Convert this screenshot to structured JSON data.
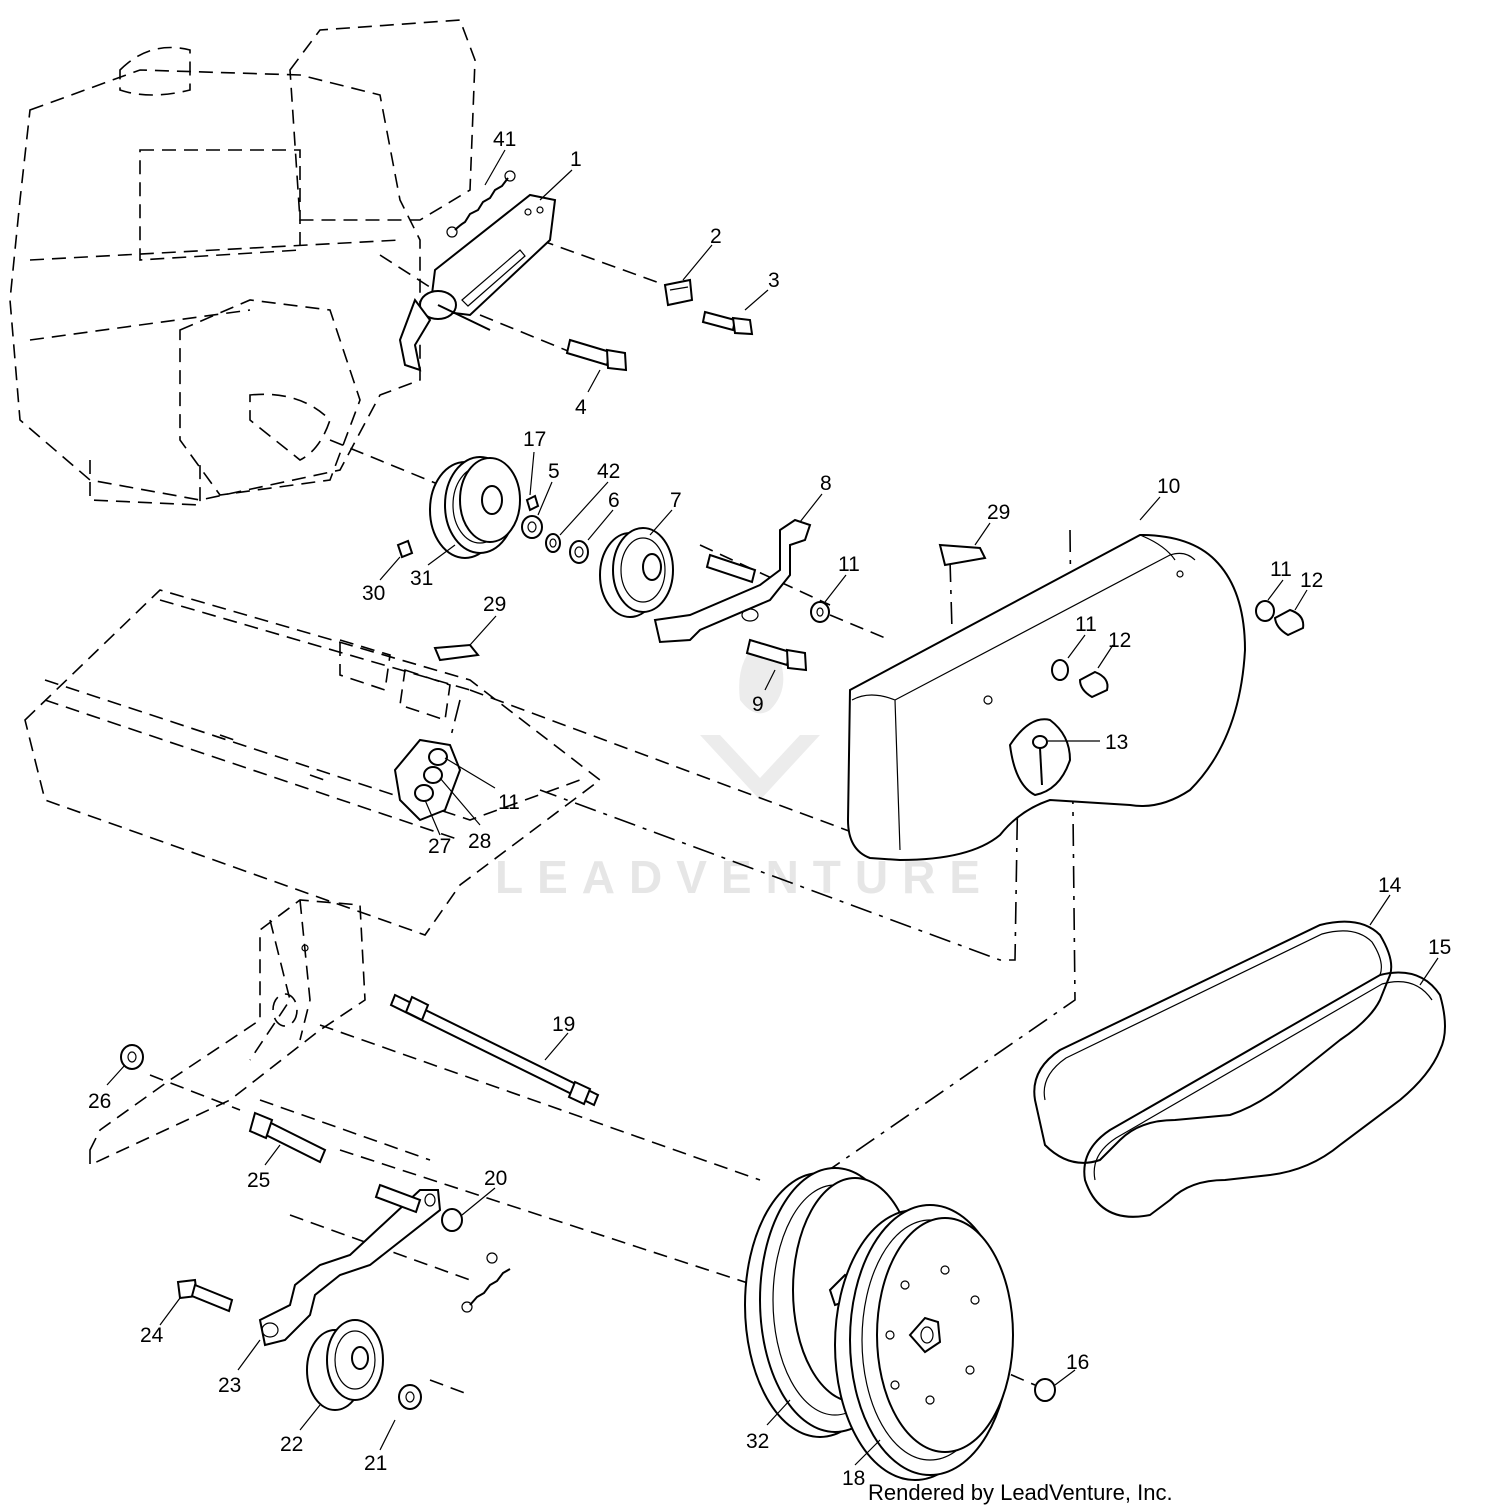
{
  "labels": {
    "p1": "1",
    "p2": "2",
    "p3": "3",
    "p4": "4",
    "p5": "5",
    "p6": "6",
    "p7": "7",
    "p8": "8",
    "p9": "9",
    "p10": "10",
    "p11a": "11",
    "p11b": "11",
    "p11c": "11",
    "p11d": "11",
    "p12a": "12",
    "p12b": "12",
    "p13": "13",
    "p14": "14",
    "p15": "15",
    "p16": "16",
    "p17": "17",
    "p18": "18",
    "p19": "19",
    "p20": "20",
    "p21": "21",
    "p22": "22",
    "p23": "23",
    "p24": "24",
    "p25": "25",
    "p26": "26",
    "p27": "27",
    "p28": "28",
    "p29a": "29",
    "p29b": "29",
    "p30": "30",
    "p31": "31",
    "p32": "32",
    "p41": "41",
    "p42": "42"
  },
  "watermark": "LEADVENTURE",
  "credit": "Rendered by LeadVenture, Inc.",
  "colors": {
    "line": "#000000",
    "background": "#ffffff",
    "watermark": "#e6e6e6"
  }
}
